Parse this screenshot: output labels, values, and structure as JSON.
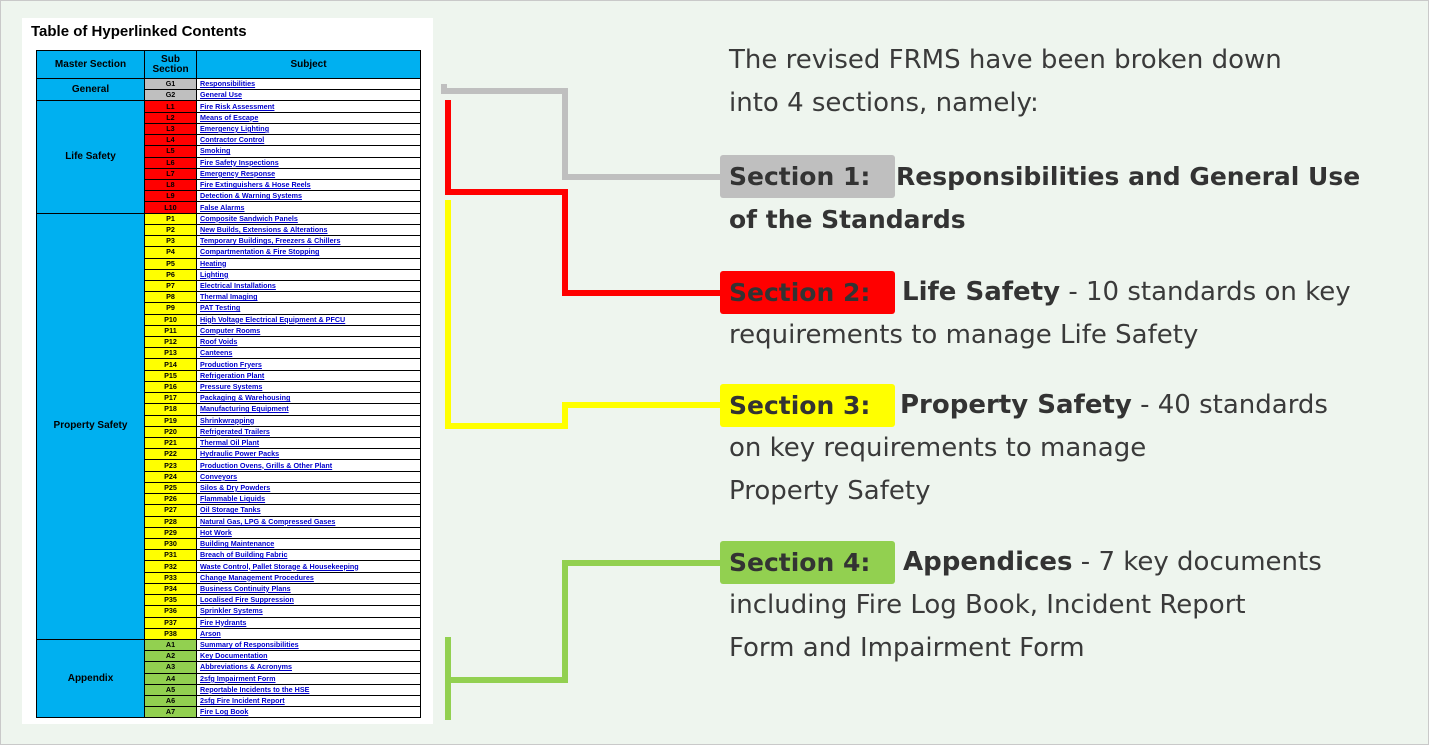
{
  "toc": {
    "title": "Table of Hyperlinked Contents",
    "headers": {
      "master": "Master Section",
      "sub": "Sub Section",
      "subject": "Subject"
    },
    "sections": [
      {
        "name": "General",
        "color": "#bfbfbf",
        "rows": [
          {
            "code": "G1",
            "subject": "Responsibilities"
          },
          {
            "code": "G2",
            "subject": "General Use"
          }
        ]
      },
      {
        "name": "Life Safety",
        "color": "#ff0000",
        "rows": [
          {
            "code": "L1",
            "subject": "Fire Risk Assessment"
          },
          {
            "code": "L2",
            "subject": "Means of Escape"
          },
          {
            "code": "L3",
            "subject": "Emergency Lighting"
          },
          {
            "code": "L4",
            "subject": "Contractor Control"
          },
          {
            "code": "L5",
            "subject": "Smoking"
          },
          {
            "code": "L6",
            "subject": "Fire Safety Inspections"
          },
          {
            "code": "L7",
            "subject": "Emergency Response"
          },
          {
            "code": "L8",
            "subject": "Fire Extinguishers & Hose Reels"
          },
          {
            "code": "L9",
            "subject": "Detection & Warning Systems"
          },
          {
            "code": "L10",
            "subject": "False Alarms"
          }
        ]
      },
      {
        "name": "Property Safety",
        "color": "#ffff00",
        "rows": [
          {
            "code": "P1",
            "subject": "Composite Sandwich Panels"
          },
          {
            "code": "P2",
            "subject": "New Builds, Extensions & Alterations"
          },
          {
            "code": "P3",
            "subject": "Temporary Buildings, Freezers & Chillers"
          },
          {
            "code": "P4",
            "subject": "Compartmentation & Fire Stopping"
          },
          {
            "code": "P5",
            "subject": "Heating"
          },
          {
            "code": "P6",
            "subject": "Lighting"
          },
          {
            "code": "P7",
            "subject": "Electrical Installations"
          },
          {
            "code": "P8",
            "subject": "Thermal Imaging"
          },
          {
            "code": "P9",
            "subject": "PAT Testing"
          },
          {
            "code": "P10",
            "subject": "High Voltage Electrical Equipment & PFCU"
          },
          {
            "code": "P11",
            "subject": "Computer Rooms"
          },
          {
            "code": "P12",
            "subject": "Roof Voids"
          },
          {
            "code": "P13",
            "subject": "Canteens"
          },
          {
            "code": "P14",
            "subject": "Production Fryers"
          },
          {
            "code": "P15",
            "subject": "Refrigeration Plant"
          },
          {
            "code": "P16",
            "subject": "Pressure Systems"
          },
          {
            "code": "P17",
            "subject": "Packaging & Warehousing"
          },
          {
            "code": "P18",
            "subject": "Manufacturing Equipment"
          },
          {
            "code": "P19",
            "subject": "Shrinkwrapping"
          },
          {
            "code": "P20",
            "subject": "Refrigerated Trailers"
          },
          {
            "code": "P21",
            "subject": "Thermal Oil Plant"
          },
          {
            "code": "P22",
            "subject": "Hydraulic Power Packs"
          },
          {
            "code": "P23",
            "subject": "Production Ovens, Grills & Other Plant"
          },
          {
            "code": "P24",
            "subject": "Conveyors"
          },
          {
            "code": "P25",
            "subject": "Silos & Dry Powders"
          },
          {
            "code": "P26",
            "subject": "Flammable Liquids"
          },
          {
            "code": "P27",
            "subject": "Oil Storage Tanks"
          },
          {
            "code": "P28",
            "subject": "Natural Gas, LPG & Compressed Gases"
          },
          {
            "code": "P29",
            "subject": "Hot Work"
          },
          {
            "code": "P30",
            "subject": "Building Maintenance"
          },
          {
            "code": "P31",
            "subject": "Breach of Building Fabric"
          },
          {
            "code": "P32",
            "subject": "Waste Control, Pallet Storage & Housekeeping"
          },
          {
            "code": "P33",
            "subject": "Change Management Procedures"
          },
          {
            "code": "P34",
            "subject": "Business Continuity Plans"
          },
          {
            "code": "P35",
            "subject": "Localised Fire Suppression"
          },
          {
            "code": "P36",
            "subject": "Sprinkler Systems"
          },
          {
            "code": "P37",
            "subject": "Fire Hydrants"
          },
          {
            "code": "P38",
            "subject": "Arson"
          }
        ]
      },
      {
        "name": "Appendix",
        "color": "#92d050",
        "rows": [
          {
            "code": "A1",
            "subject": "Summary of Responsibilities"
          },
          {
            "code": "A2",
            "subject": "Key Documentation"
          },
          {
            "code": "A3",
            "subject": "Abbreviations & Acronyms"
          },
          {
            "code": "A4",
            "subject": "2sfg Impairment Form"
          },
          {
            "code": "A5",
            "subject": "Reportable Incidents to the HSE"
          },
          {
            "code": "A6",
            "subject": "2sfg Fire Incident Report"
          },
          {
            "code": "A7",
            "subject": "Fire Log Book"
          }
        ]
      }
    ]
  },
  "intro": {
    "line1": "The revised FRMS have been broken down",
    "line2": "into 4 sections, namely:"
  },
  "sections_text": [
    {
      "label": "Section 1:",
      "color": "#bfbfbf",
      "title": "Responsibilities and General Use",
      "title_line2": "of the Standards",
      "desc_lines": []
    },
    {
      "label": "Section 2:",
      "color": "#ff0000",
      "title": "Life Safety",
      "title_line2": "",
      "desc_first": " - 10 standards on key",
      "desc_lines": [
        "requirements to manage Life Safety"
      ]
    },
    {
      "label": "Section 3:",
      "color": "#ffff00",
      "title": "Property Safety",
      "title_line2": "",
      "desc_first": " - 40 standards",
      "desc_lines": [
        "on key requirements to manage",
        "Property Safety"
      ]
    },
    {
      "label": "Section 4:",
      "color": "#92d050",
      "title": "Appendices",
      "title_line2": "",
      "desc_first": " - 7 key documents",
      "desc_lines": [
        "including Fire Log Book, Incident Report",
        "Form and Impairment Form"
      ]
    }
  ]
}
